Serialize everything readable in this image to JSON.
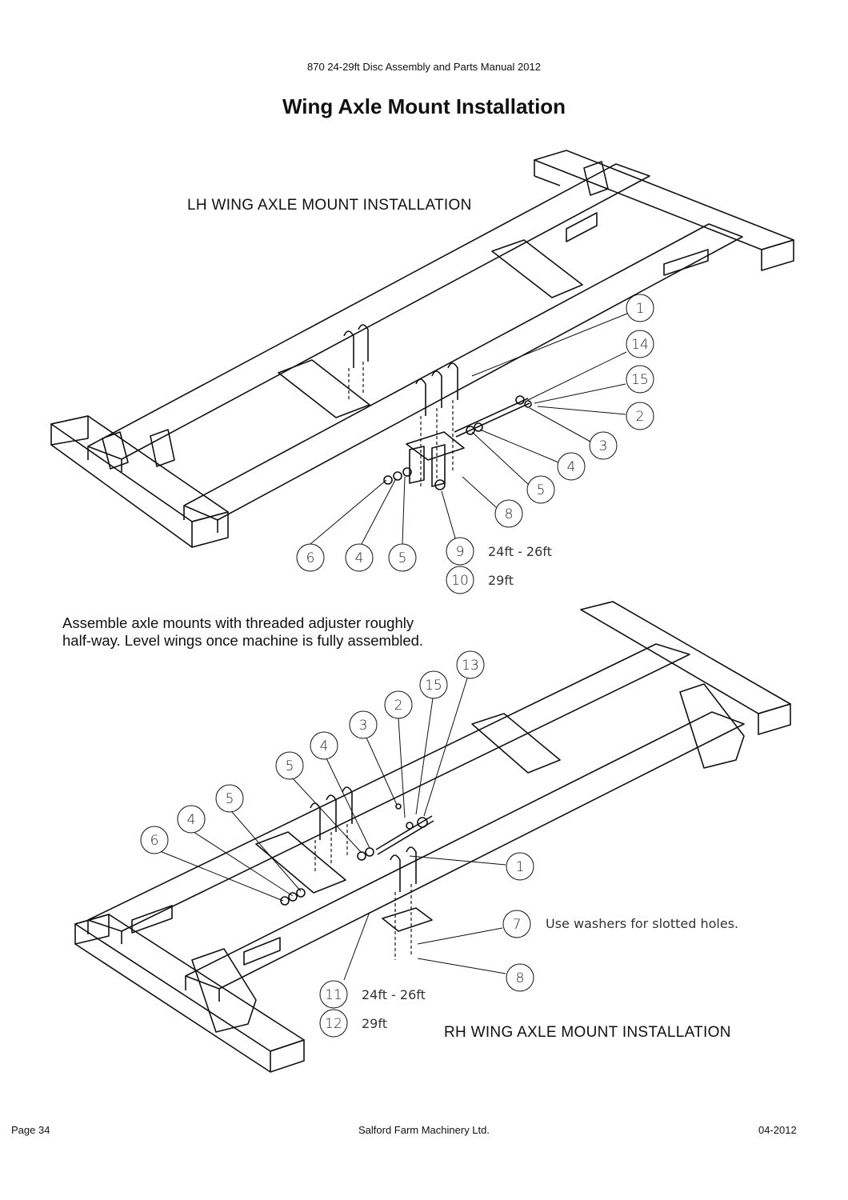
{
  "header": {
    "manual_title": "870 24-29ft Disc Assembly and Parts Manual 2012"
  },
  "page_title": "Wing Axle Mount Installation",
  "lh_section": {
    "title": "LH WING AXLE MOUNT INSTALLATION",
    "callouts": [
      "1",
      "14",
      "15",
      "2",
      "3",
      "4",
      "5",
      "8",
      "6",
      "4",
      "5",
      "9",
      "10"
    ],
    "variants": [
      {
        "part": "9",
        "label": "24ft - 26ft"
      },
      {
        "part": "10",
        "label": "29ft"
      }
    ]
  },
  "note": {
    "line1": "Assemble axle mounts with threaded adjuster roughly",
    "line2": "half-way. Level wings once machine is fully assembled."
  },
  "rh_section": {
    "title": "RH WING AXLE MOUNT INSTALLATION",
    "callouts": [
      "13",
      "15",
      "2",
      "3",
      "4",
      "5",
      "5",
      "4",
      "6",
      "1",
      "7",
      "8",
      "11",
      "12"
    ],
    "washer_note": "Use washers for slotted holes.",
    "variants": [
      {
        "part": "11",
        "label": "24ft - 26ft"
      },
      {
        "part": "12",
        "label": "29ft"
      }
    ]
  },
  "footer": {
    "page": "Page 34",
    "company": "Salford Farm Machinery Ltd.",
    "date": "04-2012"
  }
}
